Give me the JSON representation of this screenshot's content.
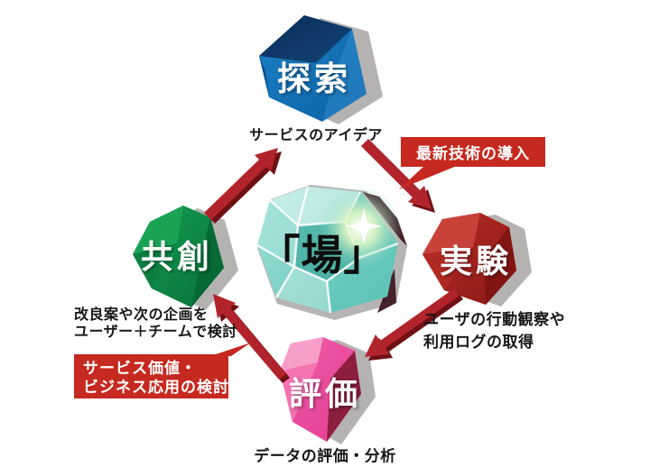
{
  "diagram": {
    "title_hidden": "",
    "center": {
      "label": "「場」"
    },
    "nodes": [
      {
        "id": "tansaku",
        "label": "探索",
        "caption": "サービスのアイデア",
        "color": "#1273b9"
      },
      {
        "id": "jikken",
        "label": "実験",
        "caption": "ユーザの行動観察や\n利用ログの取得",
        "color": "#a8231f"
      },
      {
        "id": "hyouka",
        "label": "評価",
        "caption": "データの評価・分析",
        "color": "#ee4f9f"
      },
      {
        "id": "kyousou",
        "label": "共創",
        "caption": "改良案や次の企画を\nユーザー＋チームで検討",
        "color": "#0f9349"
      }
    ],
    "callouts": [
      {
        "id": "saishin",
        "text": "最新技術の導入",
        "attached_to": "arrow-tansaku-to-jikken",
        "color": "#c5291f"
      },
      {
        "id": "service",
        "text": "サービス価値・\nビジネス応用の検討",
        "attached_to": "arrow-hyouka-to-kyousou",
        "color": "#c5291f"
      }
    ],
    "flow": [
      {
        "from": "共創",
        "to": "探索"
      },
      {
        "from": "探索",
        "to": "実験"
      },
      {
        "from": "実験",
        "to": "評価"
      },
      {
        "from": "評価",
        "to": "共創"
      }
    ],
    "colors": {
      "background": "#ffffff",
      "node_tansaku": "#1273b9",
      "node_tansaku_top": "#0e3a6e",
      "node_jikken": "#a8231f",
      "node_hyouka": "#ee4f9f",
      "node_hyouka_dark": "#8c1e3e",
      "node_kyousou": "#0f9349",
      "center_gem": "#7ed1c6",
      "arrow": "#b2242c",
      "arrow_shadow": "#6f1014",
      "callout_bg": "#c5291f",
      "slab_gray": "#b5b2b2",
      "text_dark": "#161616",
      "text_light": "#ffffff"
    }
  }
}
